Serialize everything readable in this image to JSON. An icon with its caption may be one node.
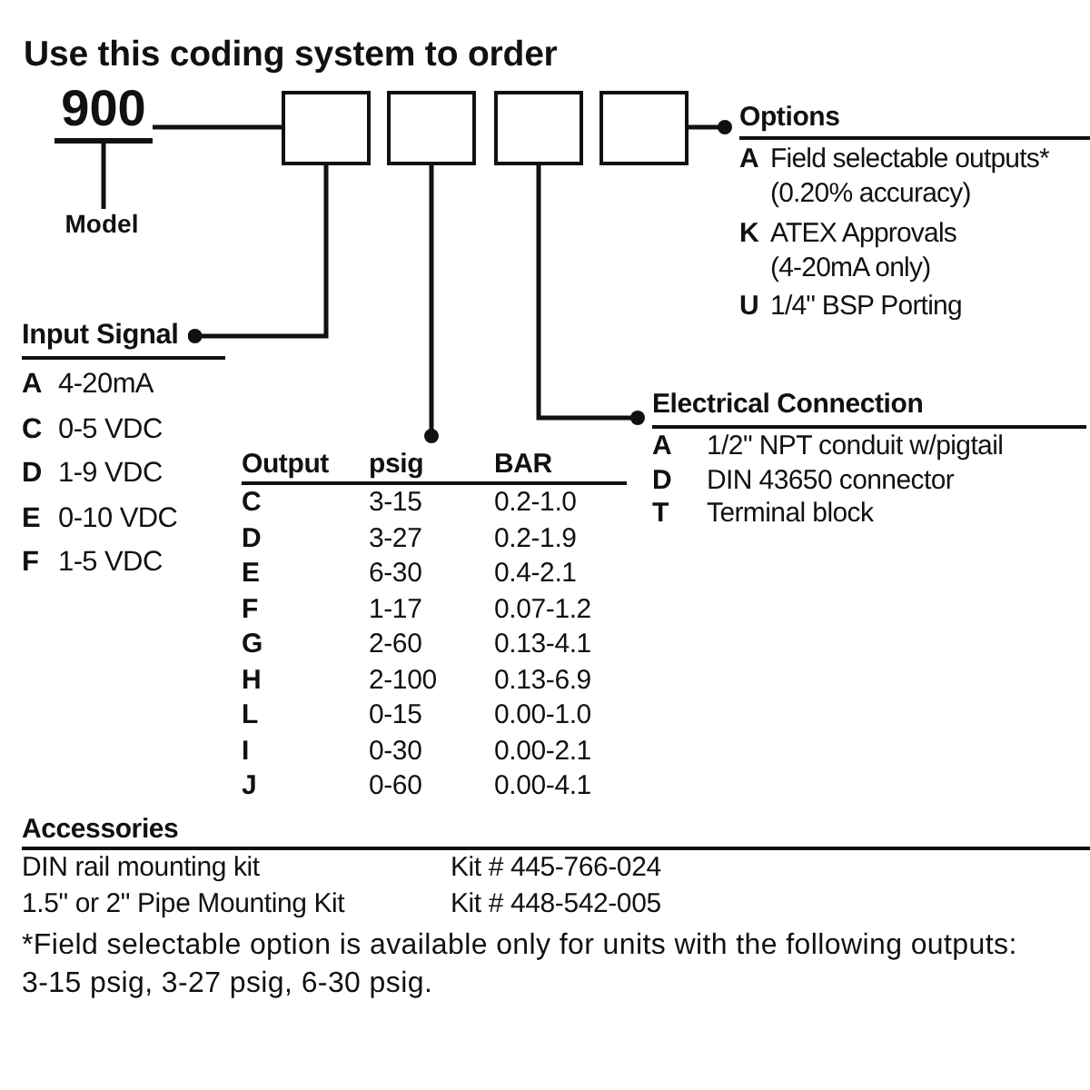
{
  "diagram": {
    "title": "Use this coding system to order",
    "nodes": [
      {
        "text": [
          "900"
        ]
      },
      {
        "text": [],
        "shape": "box"
      },
      {
        "text": [],
        "shape": "box"
      },
      {
        "text": [],
        "shape": "box"
      },
      {
        "text": [],
        "shape": "box"
      },
      {
        "text": [
          "Options"
        ]
      },
      {
        "text": [
          "Model"
        ]
      },
      {
        "text": [
          "Input Signal"
        ]
      },
      {
        "text": [
          "Electrical Connection"
        ]
      },
      {
        "text": [
          "Output",
          "psig",
          "BAR"
        ]
      }
    ],
    "edges": [
      {
        "from": 0,
        "to": 1,
        "arrow": "none"
      },
      {
        "from": 0,
        "to": 6,
        "arrow": "none"
      },
      {
        "from": 1,
        "to": 7,
        "arrow": "other"
      },
      {
        "from": 2,
        "to": 9,
        "arrow": "other"
      },
      {
        "from": 3,
        "to": 8,
        "arrow": "other"
      },
      {
        "from": 4,
        "to": 5,
        "arrow": "other"
      }
    ],
    "labels": [
      "A",
      "Field selectable outputs* (0.20% accuracy)",
      "K",
      "ATEX Approvals (4-20mA only)",
      "U",
      "1/4\" BSP Porting",
      "A",
      "4-20mA",
      "C",
      "0-5 VDC",
      "D",
      "1-9 VDC",
      "E",
      "0-10 VDC",
      "F",
      "1-5 VDC",
      "A",
      "1/2\" NPT conduit w/pigtail",
      "D",
      "DIN 43650 connector",
      "T",
      "Terminal block",
      "C",
      "3-15",
      "0.2-1.0",
      "D",
      "3-27",
      "0.2-1.9",
      "E",
      "6-30",
      "0.4-2.1",
      "F",
      "1-17",
      "0.07-1.2",
      "G",
      "2-60",
      "0.13-4.1",
      "H",
      "2-100",
      "0.13-6.9",
      "L",
      "0-15",
      "0.00-1.0",
      "I",
      "0-30",
      "0.00-2.1",
      "J",
      "0-60",
      "0.00-4.1",
      "Accessories",
      "DIN rail mounting kit",
      "Kit # 445-766-024",
      "1.5\" or 2\" Pipe Mounting Kit",
      "Kit # 448-542-005",
      "*Field selectable option is available only for units with the following outputs: 3-15 psig, 3-27 psig, 6-30 psig."
    ]
  }
}
